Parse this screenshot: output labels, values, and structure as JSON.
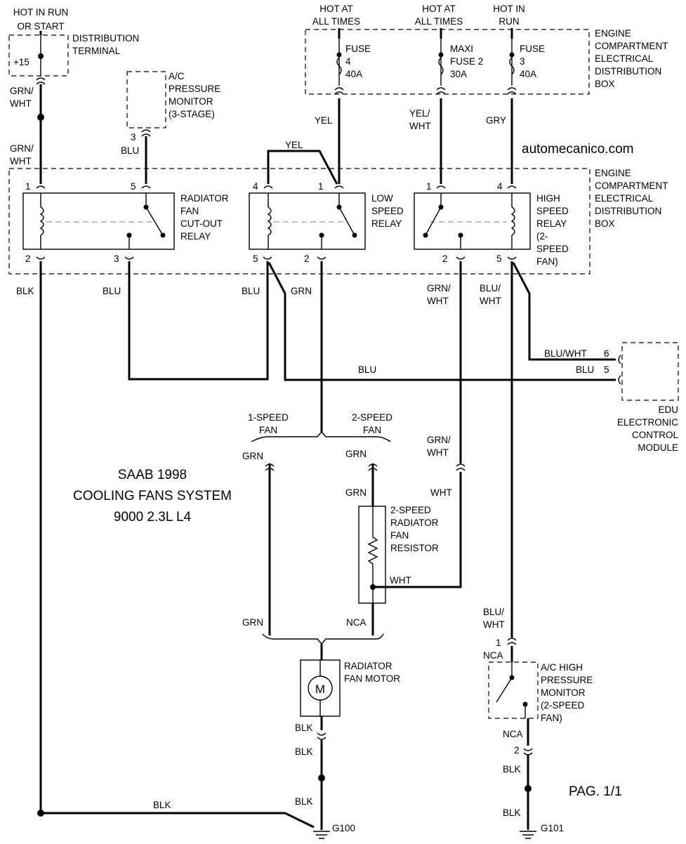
{
  "title": {
    "line1": "SAAB 1998",
    "line2": "COOLING FANS SYSTEM",
    "line3": "9000 2.3L L4"
  },
  "website": "automecanico.com",
  "page": "PAG. 1/1",
  "power": {
    "hot_run_start": [
      "HOT IN RUN",
      "OR START"
    ],
    "hot_all_times_a": [
      "HOT AT",
      "ALL TIMES"
    ],
    "hot_all_times_b": [
      "HOT AT",
      "ALL TIMES"
    ],
    "hot_in_run": [
      "HOT IN",
      "RUN"
    ]
  },
  "components": {
    "distribution_terminal": {
      "label": [
        "DISTRIBUTION",
        "TERMINAL"
      ],
      "terminal": "+15"
    },
    "fuse_box_top": [
      "ENGINE",
      "COMPARTMENT",
      "ELECTRICAL",
      "DISTRIBUTION",
      "BOX"
    ],
    "fuse_box_relays": [
      "ENGINE",
      "COMPARTMENT",
      "ELECTRICAL",
      "DISTRIBUTION",
      "BOX"
    ],
    "fuse4": [
      "FUSE",
      "4",
      "40A"
    ],
    "maxi_fuse2": [
      "MAXI",
      "FUSE 2",
      "30A"
    ],
    "fuse3": [
      "FUSE",
      "3",
      "40A"
    ],
    "ac_pressure_monitor": [
      "A/C",
      "PRESSURE",
      "MONITOR",
      "(3-STAGE)"
    ],
    "cutout_relay": [
      "RADIATOR",
      "FAN",
      "CUT-OUT",
      "RELAY"
    ],
    "low_speed_relay": [
      "LOW",
      "SPEED",
      "RELAY"
    ],
    "high_speed_relay": [
      "HIGH",
      "SPEED",
      "RELAY",
      "(2-",
      "SPEED",
      "FAN)"
    ],
    "edu": [
      "EDU",
      "ELECTRONIC",
      "CONTROL",
      "MODULE"
    ],
    "resistor": [
      "2-SPEED",
      "RADIATOR",
      "FAN",
      "RESISTOR"
    ],
    "fan_motor": [
      "RADIATOR",
      "FAN MOTOR"
    ],
    "motor_symbol": "M",
    "ac_high_pressure": [
      "A/C HIGH",
      "PRESSURE",
      "MONITOR",
      "(2-SPEED",
      "FAN)"
    ],
    "one_speed_fan": [
      "1-SPEED",
      "FAN"
    ],
    "two_speed_fan": [
      "2-SPEED",
      "FAN"
    ]
  },
  "pins": {
    "ac_pm": "3",
    "cutout": [
      "1",
      "5",
      "2",
      "3"
    ],
    "low": [
      "4",
      "1",
      "5",
      "2"
    ],
    "high": [
      "1",
      "4",
      "2",
      "5"
    ],
    "edu": [
      "6",
      "5"
    ],
    "ac_high": [
      "1",
      "2"
    ]
  },
  "wires": {
    "grn_wht": [
      "GRN/",
      "WHT"
    ],
    "grn_wht_b": [
      "GRN/",
      "WHT"
    ],
    "blu": "BLU",
    "yel": "YEL",
    "yel_wht": [
      "YEL/",
      "WHT"
    ],
    "gry": "GRY",
    "yel_jumper": "YEL",
    "blk": "BLK",
    "blu_cutout": "BLU",
    "blu_low": "BLU",
    "grn": "GRN",
    "grn_wht_high": [
      "GRN/",
      "WHT"
    ],
    "blu_wht_high": [
      "BLU/",
      "WHT"
    ],
    "blu_wht_edu": "BLU/WHT",
    "blu_edu": "BLU",
    "blu_bus": "BLU",
    "grn_1speed": "GRN",
    "grn_2speed": "GRN",
    "grn_res": "GRN",
    "grn_wht_mid": [
      "GRN/",
      "WHT"
    ],
    "wht": "WHT",
    "wht_res": "WHT",
    "grn_motor": "GRN",
    "nca_motor": "NCA",
    "blk_motor1": "BLK",
    "blk_motor2": "BLK",
    "blk_motor3": "BLK",
    "blk_ground": "BLK",
    "blu_wht_ac": [
      "BLU/",
      "WHT"
    ],
    "nca_ac1": "NCA",
    "nca_ac2": "NCA",
    "blk_ac1": "BLK",
    "blk_ac2": "BLK"
  },
  "grounds": {
    "g100": "G100",
    "g101": "G101"
  }
}
